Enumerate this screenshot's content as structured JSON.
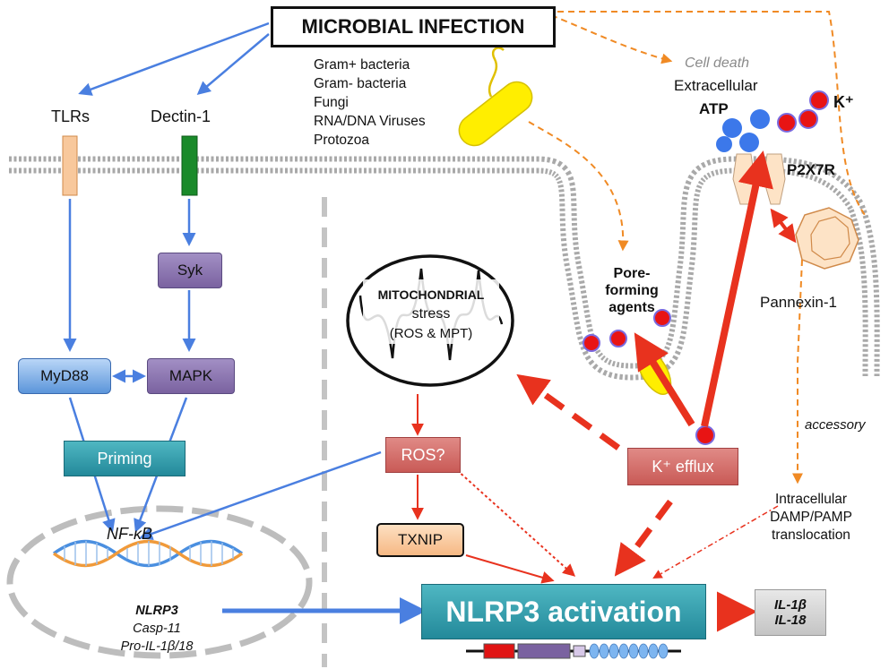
{
  "title": "MICROBIAL INFECTION",
  "pathogens": [
    "Gram+ bacteria",
    "Gram- bacteria",
    "Fungi",
    "RNA/DNA Viruses",
    "Protozoa"
  ],
  "receptors": {
    "tlrs": "TLRs",
    "dectin": "Dectin-1",
    "p2x7r": "P2X7R",
    "pannexin": "Pannexin-1"
  },
  "signaling": {
    "syk": "Syk",
    "myd88": "MyD88",
    "mapk": "MAPK",
    "priming": "Priming",
    "nfkb": "NF-κB"
  },
  "nucleus": {
    "gene1": "NLRP3",
    "gene2": "Casp-11",
    "gene3": "Pro-IL-1β/18"
  },
  "extracellular": {
    "cell_death": "Cell death",
    "extracellular": "Extracellular",
    "atp": "ATP",
    "k_plus": "K⁺"
  },
  "mito": {
    "line1": "MITOCHONDRIAL",
    "line2": "stress",
    "line3": "(ROS & MPT)"
  },
  "pore": {
    "line1": "Pore-",
    "line2": "forming",
    "line3": "agents"
  },
  "nodes": {
    "ros": "ROS?",
    "txnip": "TXNIP",
    "k_efflux": "K⁺ efflux",
    "nlrp3": "NLRP3 activation"
  },
  "accessory": "accessory",
  "translocation": [
    "Intracellular",
    "DAMP/PAMP",
    "translocation"
  ],
  "outputs": [
    "IL-1β",
    "IL-18"
  ],
  "colors": {
    "blue_arrow": "#4a7fe0",
    "orange_dash": "#f08a24",
    "red_arrow": "#e8321e",
    "teal": "#2e9aa6",
    "purple": "#8a73ad",
    "salmon": "#d26b67",
    "peach": "#f8c89c"
  }
}
